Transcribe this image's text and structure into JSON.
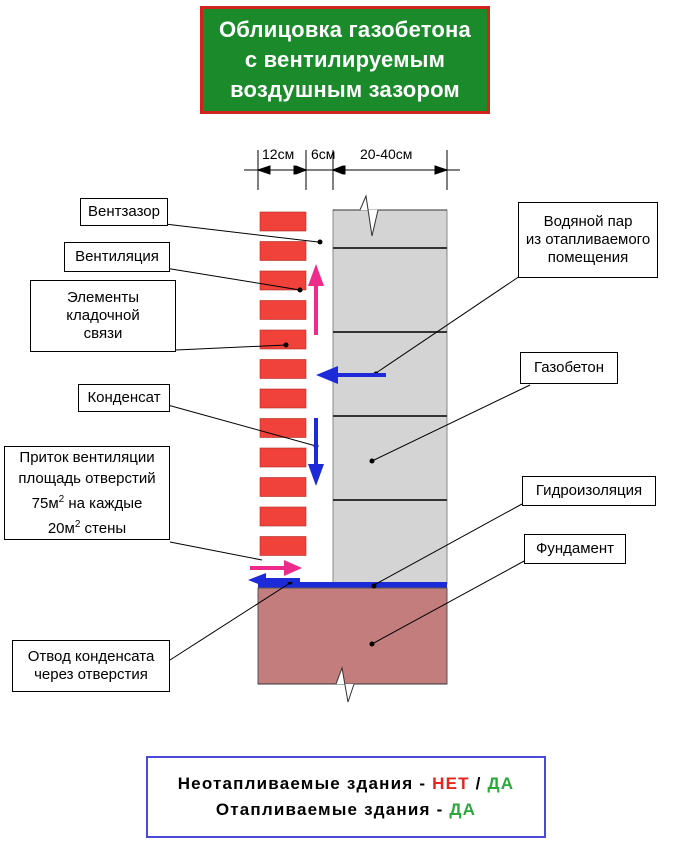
{
  "title": {
    "line1": "Облицовка газобетона",
    "line2": "с вентилируемым",
    "line3": "воздушным зазором"
  },
  "dimensions": {
    "brick": "12см",
    "gap": "6см",
    "block": "20-40см"
  },
  "labels": {
    "ventzazor": "Вентзазор",
    "ventilation": "Вентиляция",
    "ties_line1": "Элементы",
    "ties_line2": "кладочной",
    "ties_line3": "связи",
    "condensate": "Конденсат",
    "inflow_line1": "Приток вентиляции",
    "inflow_line2": "площадь отверстий",
    "inflow_line3_a": "75м",
    "inflow_line3_sup": "2",
    "inflow_line3_b": " на каждые",
    "inflow_line4_a": "20м",
    "inflow_line4_sup": "2",
    "inflow_line4_b": " стены",
    "drain_line1": "Отвод конденсата",
    "drain_line2": "через отверстия",
    "vapor_line1": "Водяной пар",
    "vapor_line2": "из отапливаемого",
    "vapor_line3": "помещения",
    "aerated": "Газобетон",
    "waterproofing": "Гидроизоляция",
    "foundation": "Фундамент"
  },
  "legend": {
    "row1_text": "Неотапливаемые здания - ",
    "row1_no": "НЕТ",
    "row1_sep": " / ",
    "row1_yes": "ДА",
    "row2_text": "Отапливаемые здания - ",
    "row2_yes": "ДА"
  },
  "colors": {
    "brick": "#f0423a",
    "block": "#d4d4d4",
    "foundation": "#c47d7d",
    "title_bg": "#1a8a2a",
    "title_border": "#d2221c",
    "arrow_pink": "#ee2a8a",
    "arrow_blue": "#1c2ad8"
  }
}
